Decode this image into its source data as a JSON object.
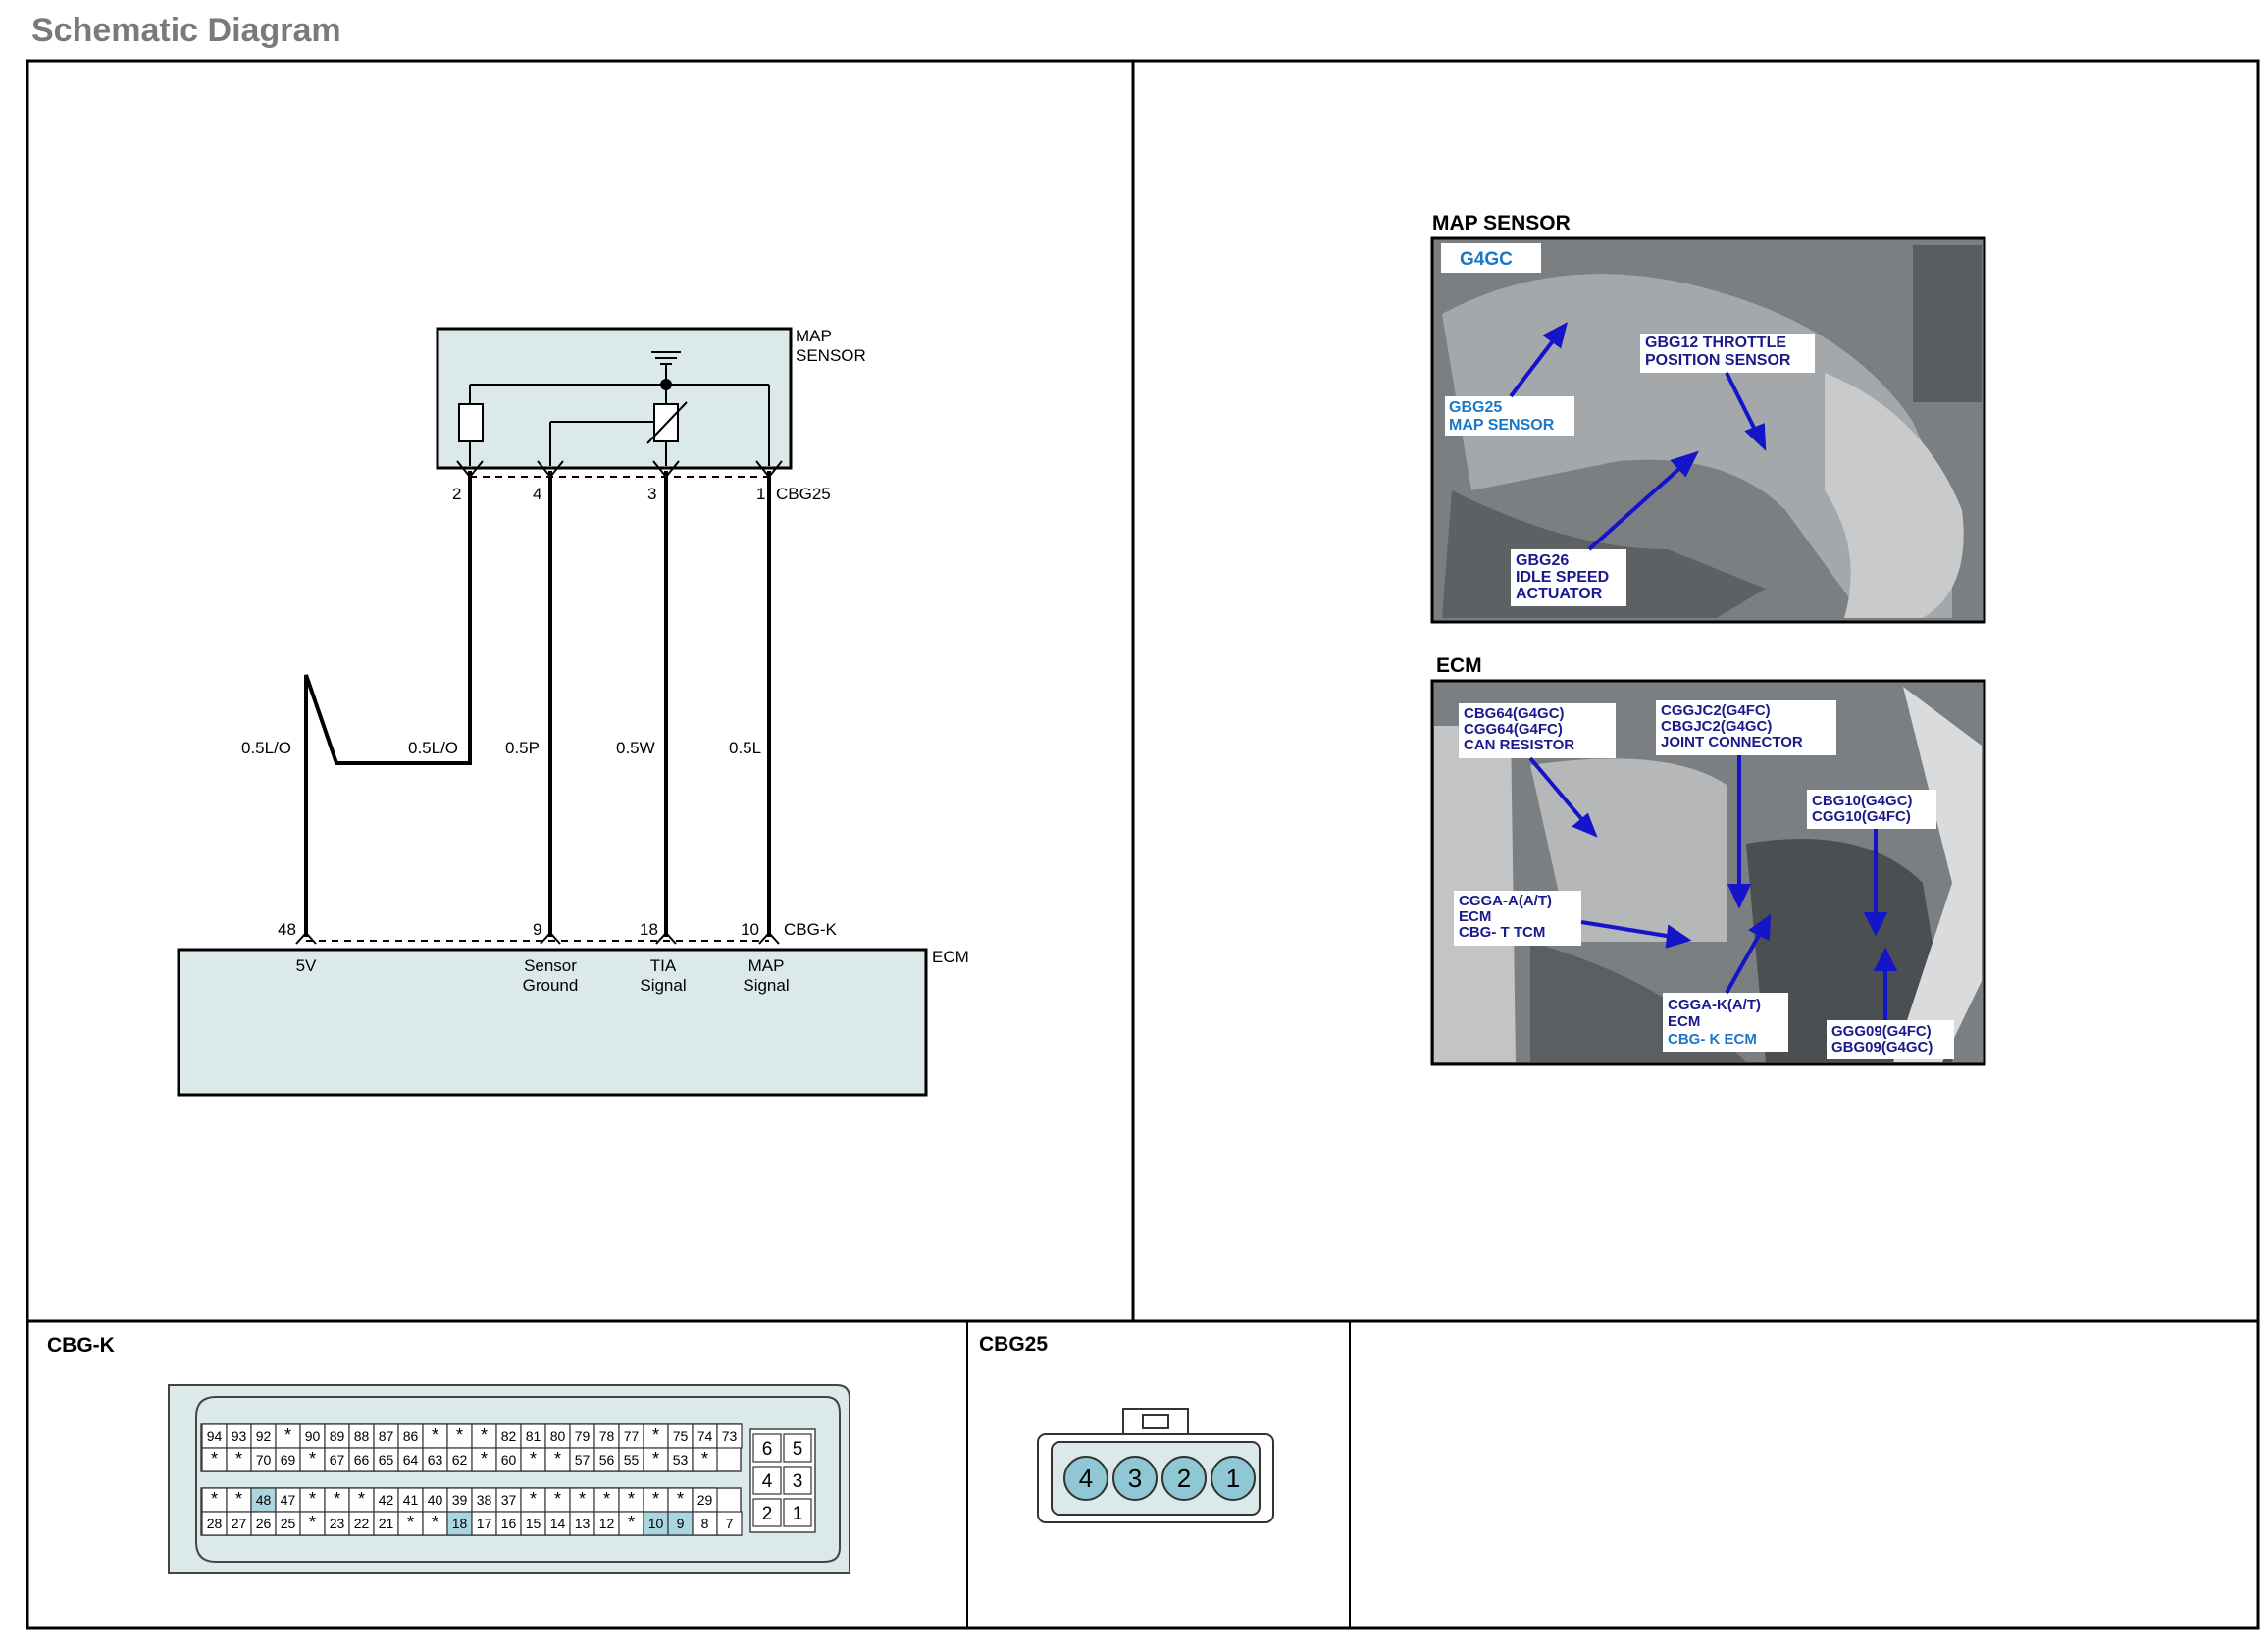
{
  "header": {
    "title": "Schematic Diagram"
  },
  "schematic": {
    "map_sensor": {
      "label_line1": "MAP",
      "label_line2": "SENSOR",
      "connector": "CBG25"
    },
    "ecm": {
      "label": "ECM",
      "connector": "CBG-K"
    },
    "wires": [
      {
        "sensor_pin": "2",
        "ecm_pin": "48",
        "color": "0.5L/O",
        "color2": "0.5L/O",
        "function": "5V",
        "function2": ""
      },
      {
        "sensor_pin": "4",
        "ecm_pin": "9",
        "color": "0.5P",
        "function": "Sensor",
        "function2": "Ground"
      },
      {
        "sensor_pin": "3",
        "ecm_pin": "18",
        "color": "0.5W",
        "function": "TIA",
        "function2": "Signal"
      },
      {
        "sensor_pin": "1",
        "ecm_pin": "10",
        "color": "0.5L",
        "function": "MAP",
        "function2": "Signal"
      }
    ]
  },
  "photos": {
    "map": {
      "title": "MAP SENSOR",
      "badge": "G4GC",
      "callouts": [
        {
          "lines": [
            "GBG12 THROTTLE",
            "POSITION SENSOR"
          ],
          "color": "#1a1a8c"
        },
        {
          "lines": [
            "GBG25",
            "MAP SENSOR"
          ],
          "color": "#1a78c8"
        },
        {
          "lines": [
            "GBG26",
            "IDLE SPEED",
            "ACTUATOR"
          ],
          "color": "#1a1a8c"
        }
      ]
    },
    "ecm": {
      "title": "ECM",
      "callouts": [
        {
          "lines": [
            "CBG64(G4GC)",
            "CGG64(G4FC)",
            "CAN RESISTOR"
          ],
          "color": "#1a1a8c"
        },
        {
          "lines": [
            "CGGJC2(G4FC)",
            "CBGJC2(G4GC)",
            "JOINT CONNECTOR"
          ],
          "color": "#1a1a8c"
        },
        {
          "lines": [
            "CBG10(G4GC)",
            "CGG10(G4FC)"
          ],
          "color": "#1a1a8c"
        },
        {
          "lines": [
            "CGGA-A(A/T)",
            "ECM",
            "CBG- T TCM"
          ],
          "color": "#1a1a8c"
        },
        {
          "lines": [
            "CGGA-K(A/T)",
            "ECM"
          ],
          "color": "#1a1a8c"
        },
        {
          "lines": [
            "CBG- K ECM"
          ],
          "color": "#1a78c8"
        },
        {
          "lines": [
            "GGG09(G4FC)",
            "GBG09(G4GC)"
          ],
          "color": "#1a1a8c"
        }
      ]
    }
  },
  "connectors": {
    "cbgk": {
      "title": "CBG-K",
      "row1": [
        "94",
        "93",
        "92",
        "*",
        "90",
        "89",
        "88",
        "87",
        "86",
        "*",
        "*",
        "*",
        "82",
        "81",
        "80",
        "79",
        "78",
        "77",
        "*",
        "75",
        "74",
        "73"
      ],
      "row2": [
        "*",
        "*",
        "70",
        "69",
        "*",
        "67",
        "66",
        "65",
        "64",
        "63",
        "62",
        "*",
        "60",
        "*",
        "*",
        "57",
        "56",
        "55",
        "*",
        "53",
        "*"
      ],
      "row3": [
        "*",
        "*",
        "48",
        "47",
        "*",
        "*",
        "*",
        "42",
        "41",
        "40",
        "39",
        "38",
        "37",
        "*",
        "*",
        "*",
        "*",
        "*",
        "*",
        "*",
        "29"
      ],
      "row4": [
        "28",
        "27",
        "26",
        "25",
        "*",
        "23",
        "22",
        "21",
        "*",
        "*",
        "18",
        "17",
        "16",
        "15",
        "14",
        "13",
        "12",
        "*",
        "10",
        "9",
        "8",
        "7"
      ],
      "side": [
        "6",
        "5",
        "4",
        "3",
        "2",
        "1"
      ],
      "highlight": [
        "48",
        "18",
        "10",
        "9"
      ]
    },
    "cbg25": {
      "title": "CBG25",
      "pins": [
        "4",
        "3",
        "2",
        "1"
      ]
    }
  },
  "colors": {
    "panel_fill": "#dbe9eb",
    "pin_fill": "#8fc8d4",
    "highlight": "#a9d6df"
  }
}
